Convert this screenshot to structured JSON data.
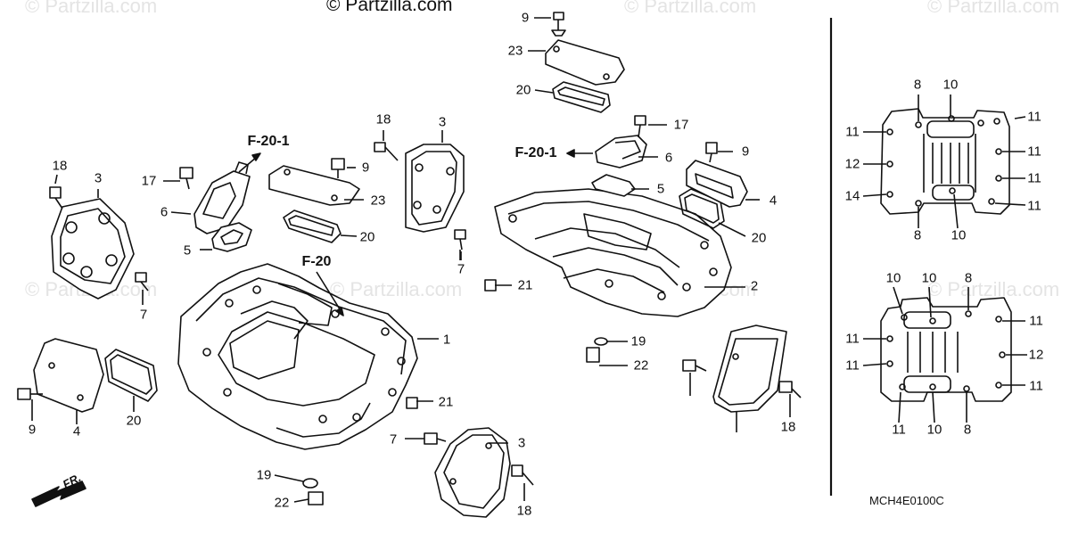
{
  "watermark": "© Partzilla.com",
  "copyright": "© Partzilla.com",
  "diagram_code": "MCH4E0100C",
  "front_marker": "FR.",
  "refs": [
    "F-20-1",
    "F-20",
    "F-20-1"
  ],
  "callouts": [
    "9",
    "23",
    "20",
    "17",
    "6",
    "9",
    "4",
    "20",
    "5",
    "18",
    "3",
    "18",
    "17",
    "6",
    "9",
    "23",
    "20",
    "5",
    "F",
    "7",
    "21",
    "2",
    "1",
    "19",
    "22",
    "7",
    "18",
    "3",
    "21",
    "7",
    "3",
    "18",
    "9",
    "4",
    "20",
    "19",
    "22",
    "8",
    "10",
    "11",
    "11",
    "12",
    "11",
    "11",
    "14",
    "11",
    "8",
    "10",
    "10",
    "10",
    "8",
    "11",
    "11",
    "11",
    "12",
    "11",
    "11",
    "11",
    "10",
    "8"
  ]
}
